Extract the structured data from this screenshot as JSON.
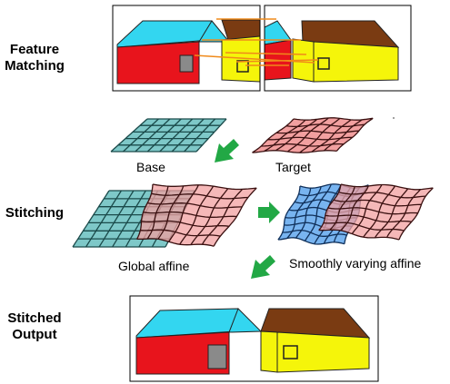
{
  "stages": {
    "feature_matching": [
      "Feature",
      "Matching"
    ],
    "stitching": "Stitching",
    "stitched_output": [
      "Stitched",
      "Output"
    ]
  },
  "captions": {
    "base": "Base",
    "target": "Target",
    "global_affine": "Global affine",
    "smoothly_varying_affine": "Smoothly varying affine"
  },
  "colors": {
    "roof_left": "#33d6f0",
    "wall_left": "#e8141c",
    "door_left": "#8a8a8a",
    "roof_right": "#7a3b12",
    "wall_right": "#f5f50a",
    "grid_base": "#7ec8c8",
    "grid_target": "#f2a0a0",
    "grid_smooth": "#78b4f0",
    "arrow": "#22a845",
    "match_line": "#f08a1a"
  }
}
